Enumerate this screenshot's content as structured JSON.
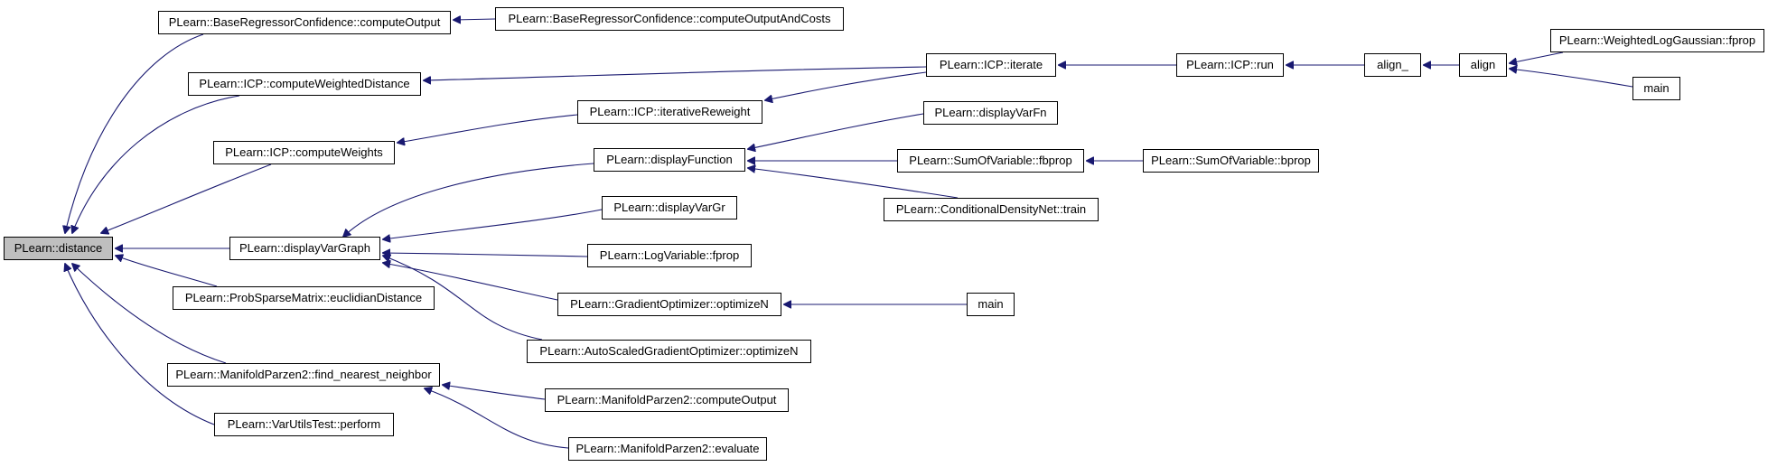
{
  "colors": {
    "edge": "#191970",
    "root_fill": "#bfbfbf",
    "node_fill": "#ffffff",
    "border": "#000000"
  },
  "nodes": {
    "distance": "PLearn::distance",
    "base_compute_output": "PLearn::BaseRegressorConfidence::computeOutput",
    "base_compute_output_costs": "PLearn::BaseRegressorConfidence::computeOutputAndCosts",
    "icp_compute_weighted_distance": "PLearn::ICP::computeWeightedDistance",
    "icp_iterate": "PLearn::ICP::iterate",
    "icp_run": "PLearn::ICP::run",
    "align_": "align_",
    "align": "align",
    "weighted_log_gaussian_fprop": "PLearn::WeightedLogGaussian::fprop",
    "main_1": "main",
    "icp_iterative_reweight": "PLearn::ICP::iterativeReweight",
    "icp_compute_weights": "PLearn::ICP::computeWeights",
    "display_var_fn": "PLearn::displayVarFn",
    "display_function": "PLearn::displayFunction",
    "sum_of_variable_fbprop": "PLearn::SumOfVariable::fbprop",
    "sum_of_variable_bprop": "PLearn::SumOfVariable::bprop",
    "conditional_density_net_train": "PLearn::ConditionalDensityNet::train",
    "display_var_gr": "PLearn::displayVarGr",
    "display_var_graph": "PLearn::displayVarGraph",
    "log_variable_fprop": "PLearn::LogVariable::fprop",
    "prob_sparse_matrix_euclidian": "PLearn::ProbSparseMatrix::euclidianDistance",
    "gradient_optimizer_optimize_n": "PLearn::GradientOptimizer::optimizeN",
    "main_2": "main",
    "auto_scaled_gradient_optimize_n": "PLearn::AutoScaledGradientOptimizer::optimizeN",
    "manifold_parzen2_find_nearest": "PLearn::ManifoldParzen2::find_nearest_neighbor",
    "manifold_parzen2_compute_output": "PLearn::ManifoldParzen2::computeOutput",
    "var_utils_test_perform": "PLearn::VarUtilsTest::perform",
    "manifold_parzen2_evaluate": "PLearn::ManifoldParzen2::evaluate"
  }
}
